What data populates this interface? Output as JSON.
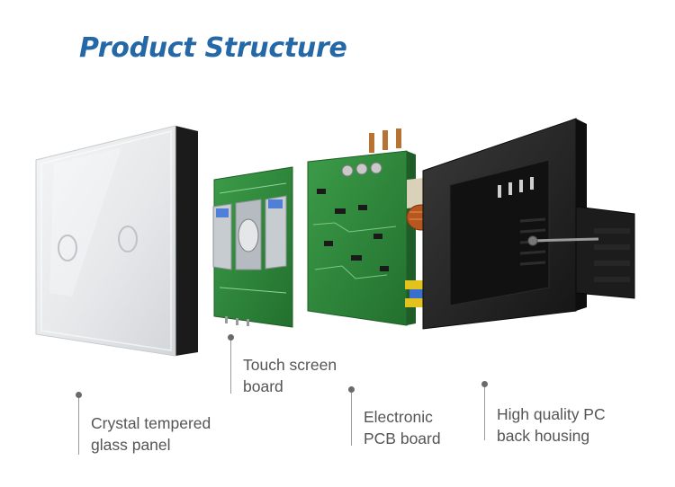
{
  "title": "Product Structure",
  "components": [
    {
      "id": "glass-panel",
      "line1": "Crystal tempered",
      "line2": "glass panel"
    },
    {
      "id": "touch-board",
      "line1": "Touch screen",
      "line2": "board"
    },
    {
      "id": "pcb-board",
      "line1": "Electronic",
      "line2": "PCB board"
    },
    {
      "id": "back-housing",
      "line1": "High quality PC",
      "line2": "back housing"
    }
  ],
  "colors": {
    "title": "#2468a8",
    "pcb": "#2e8a3c",
    "glass": "#e9ebed",
    "housing": "#232323",
    "label": "#555555"
  }
}
